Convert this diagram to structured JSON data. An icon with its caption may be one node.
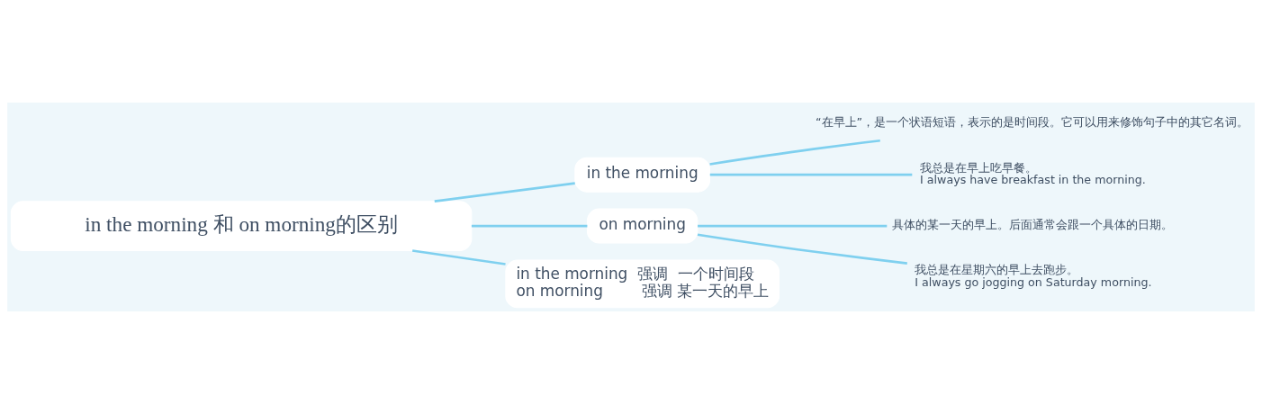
{
  "diagram": {
    "nodes": [
      {
        "text": [
          "in the morning 和 on morning的区别"
        ]
      },
      {
        "text": [
          "in the morning"
        ]
      },
      {
        "text": [
          "“在早上”，是一个状语短语，表示的是时间段。它可以用来修饰句子中的其它名词。"
        ]
      },
      {
        "text": [
          "我总是在早上吃早餐。",
          "I always have breakfast in the morning."
        ]
      },
      {
        "text": [
          "on morning"
        ]
      },
      {
        "text": [
          "具体的某一天的早上。后面通常会跟一个具体的日期。"
        ]
      },
      {
        "text": [
          "我总是在星期六的早上去跑步。",
          "I always go jogging on Saturday morning."
        ]
      },
      {
        "text": [
          "in the morning  强调  一个时间段",
          "on morning        强调 某一天的早上"
        ]
      }
    ],
    "edges": [
      {
        "from": 0,
        "to": 1,
        "arrow": "none"
      },
      {
        "from": 1,
        "to": 2,
        "arrow": "none"
      },
      {
        "from": 1,
        "to": 3,
        "arrow": "none"
      },
      {
        "from": 0,
        "to": 4,
        "arrow": "none"
      },
      {
        "from": 4,
        "to": 5,
        "arrow": "none"
      },
      {
        "from": 4,
        "to": 6,
        "arrow": "none"
      },
      {
        "from": 0,
        "to": 7,
        "arrow": "none"
      }
    ]
  }
}
